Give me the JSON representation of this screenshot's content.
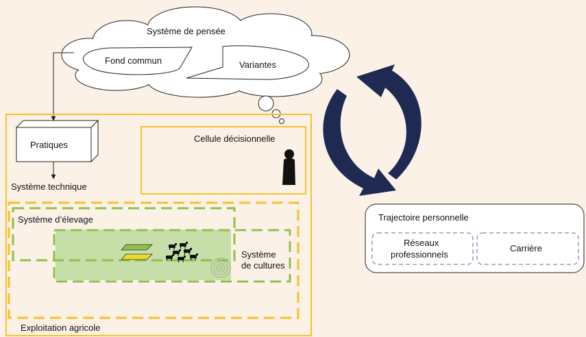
{
  "thought": {
    "title": "Système de pensée",
    "common": "Fond commun",
    "variants": "Variantes"
  },
  "farm": {
    "practices": "Pratiques",
    "technical_system": "Système technique",
    "decision_cell": "Cellule décisionnelle",
    "livestock_system": "Système d’élevage",
    "crop_system_line1": "Système",
    "crop_system_line2": "de cultures",
    "farm_label": "Exploitation agricole"
  },
  "trajectory": {
    "title": "Trajectoire personnelle",
    "networks_line1": "Réseaux",
    "networks_line2": "professionnels",
    "career": "Carrière"
  },
  "colors": {
    "background": "#fcf1e6",
    "farm_border": "#f5c12b",
    "farm_dash": "#f3c226",
    "green_dash": "#8fbf4d",
    "green_fill": "#c6dea7",
    "arrow_navy": "#1e2a52",
    "purple_dash": "#9a7ab8"
  },
  "icons": [
    "person-icon",
    "field-plots-icon",
    "cattle-herd-icon",
    "hay-bale-icon",
    "thought-bubble-icon"
  ]
}
